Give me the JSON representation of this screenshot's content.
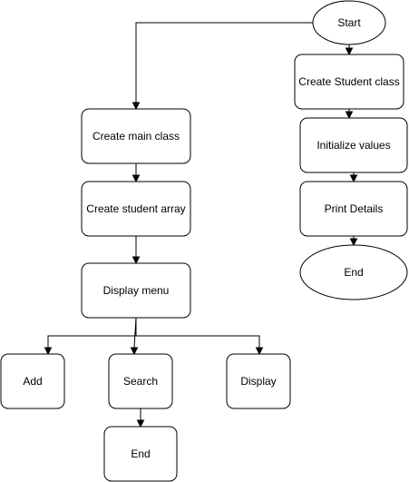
{
  "nodes": {
    "start": "Start",
    "create_student_class": "Create Student class",
    "initialize_values": "Initialize values",
    "print_details": "Print Details",
    "end_right": "End",
    "create_main_class": "Create main class",
    "create_student_array": "Create student array",
    "display_menu": "Display menu",
    "add": "Add",
    "search": "Search",
    "display": "Display",
    "end_left": "End"
  },
  "colors": {
    "stroke": "#000000",
    "fill": "#ffffff",
    "text": "#000000"
  }
}
